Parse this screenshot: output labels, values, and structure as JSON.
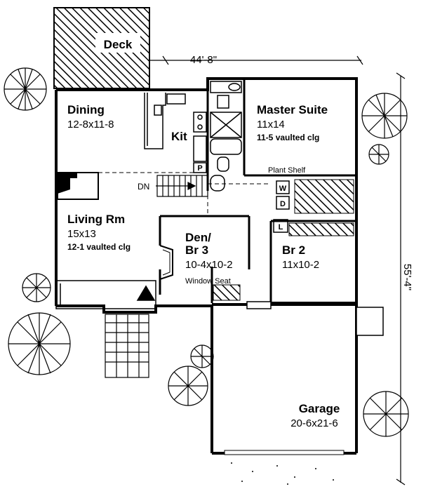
{
  "plan": {
    "deck": "Deck",
    "width_dim": "44'-8\"",
    "depth_dim": "55'-4\"",
    "rooms": {
      "dining": {
        "name": "Dining",
        "size": "12-8x11-8"
      },
      "kitchen": {
        "name": "Kit"
      },
      "master": {
        "name": "Master Suite",
        "size": "11x14",
        "note": "11-5 vaulted clg"
      },
      "living": {
        "name": "Living Rm",
        "size": "15x13",
        "note": "12-1 vaulted clg"
      },
      "den": {
        "name": "Den/",
        "name2": "Br 3",
        "size": "10-4x10-2"
      },
      "br2": {
        "name": "Br 2",
        "size": "11x10-2"
      },
      "garage": {
        "name": "Garage",
        "size": "20-6x21-6"
      }
    },
    "labels": {
      "plant_shelf": "Plant Shelf",
      "window_seat": "Window Seat",
      "down": "DN",
      "pantry": "P",
      "washer": "W",
      "dryer": "D",
      "linen": "L"
    }
  }
}
